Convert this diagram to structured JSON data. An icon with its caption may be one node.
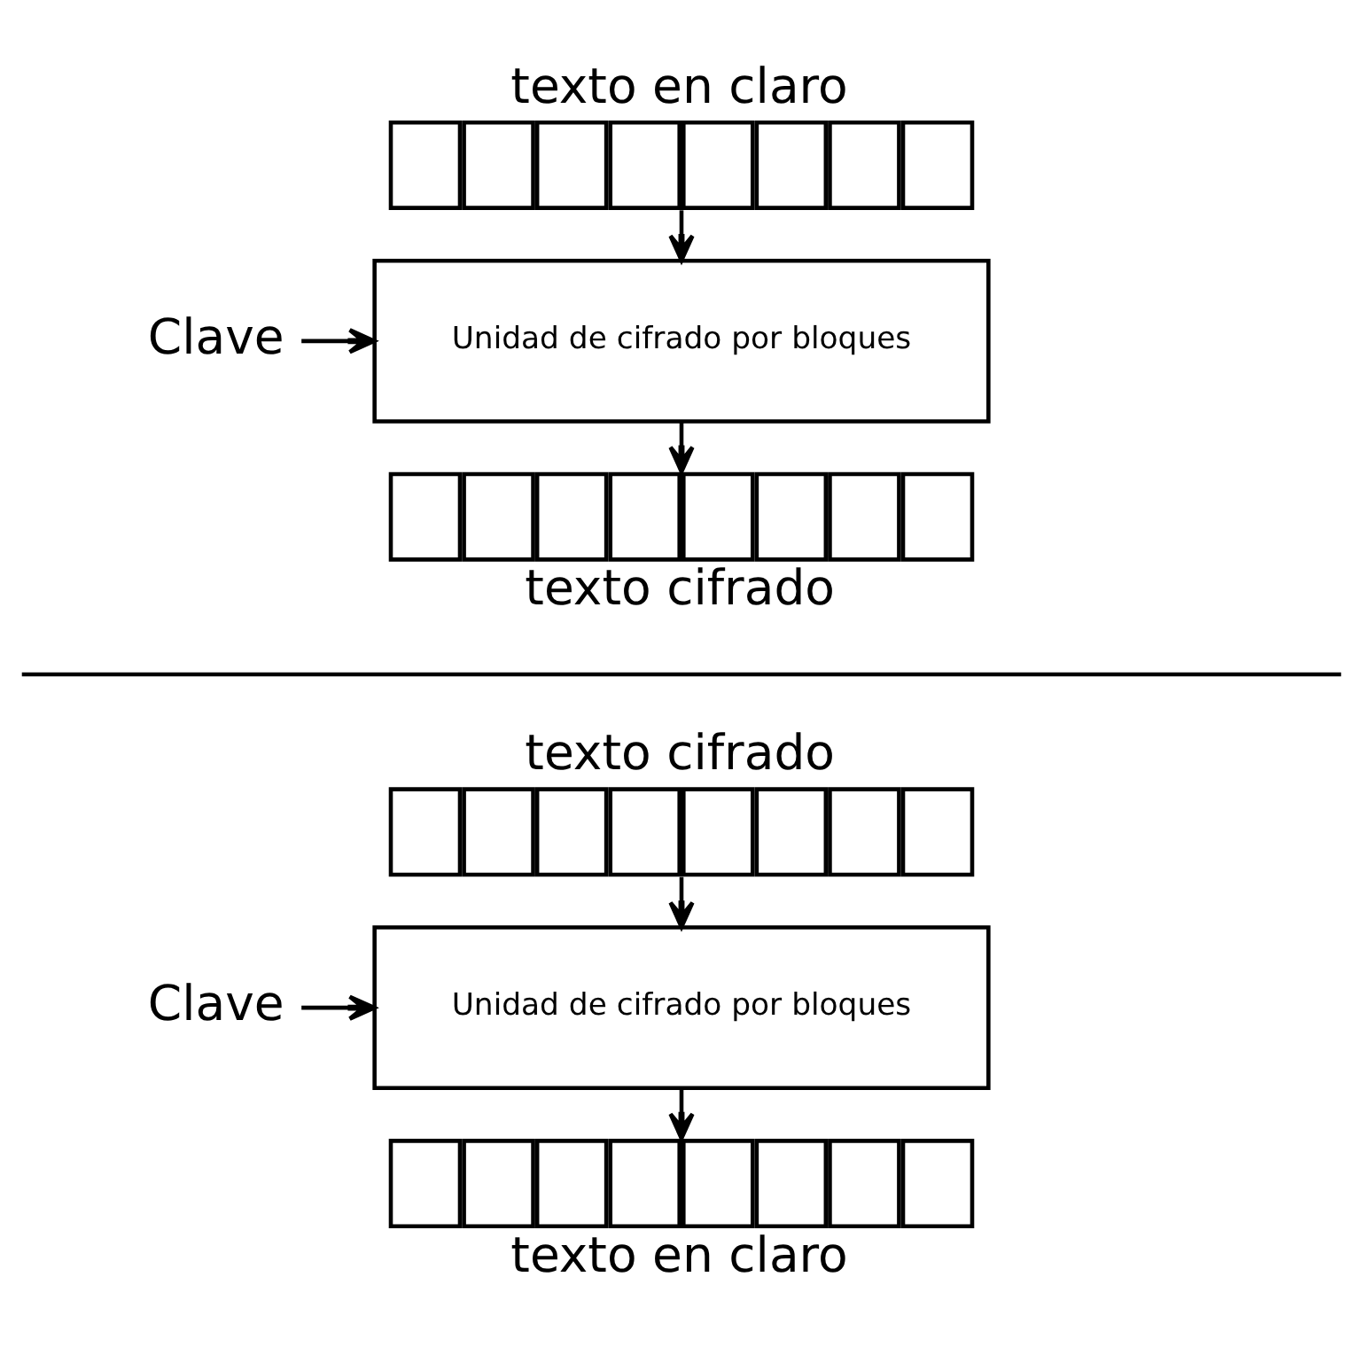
{
  "diagram": {
    "nodes": [
      {
        "text": [
          "texto en claro"
        ]
      },
      {
        "text": [
          "Clave"
        ]
      },
      {
        "text": [
          "Unidad de cifrado por bloques"
        ]
      },
      {
        "text": [
          "texto cifrado"
        ]
      },
      {
        "text": [
          "texto cifrado"
        ]
      },
      {
        "text": [
          "Clave"
        ]
      },
      {
        "text": [
          "Unidad de cifrado por bloques"
        ]
      },
      {
        "text": [
          "texto en claro"
        ]
      }
    ],
    "edges": [
      {
        "from": 0,
        "to": 2,
        "arrow": "to"
      },
      {
        "from": 1,
        "to": 2,
        "arrow": "to"
      },
      {
        "from": 2,
        "to": 3,
        "arrow": "to"
      },
      {
        "from": 4,
        "to": 6,
        "arrow": "to"
      },
      {
        "from": 5,
        "to": 6,
        "arrow": "to"
      },
      {
        "from": 6,
        "to": 7,
        "arrow": "to"
      }
    ]
  }
}
